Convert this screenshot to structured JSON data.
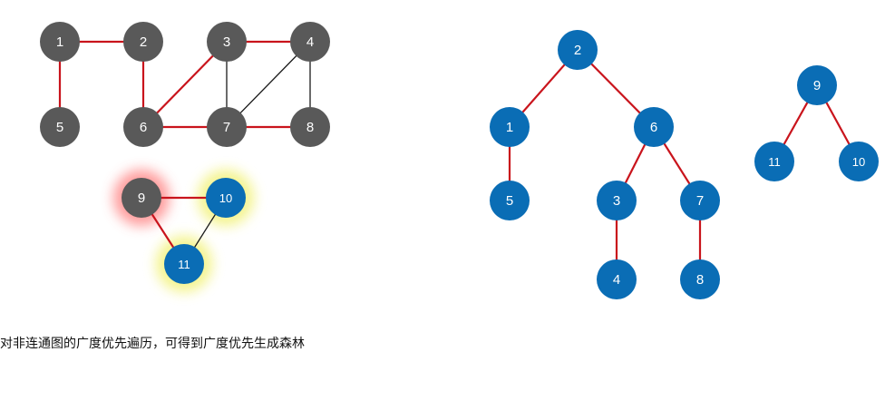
{
  "colors": {
    "gray_node": "#595959",
    "blue_node": "#0a6db5",
    "red_edge": "#c9141c",
    "black_edge": "#1a1a1a",
    "glow_red": "#ff8a8a",
    "glow_yellow": "#f2f27a"
  },
  "caption": "对非连通图的广度优先遍历，可得到广度优先生成森林",
  "graph": {
    "nodes": [
      {
        "id": "1",
        "label": "1"
      },
      {
        "id": "2",
        "label": "2"
      },
      {
        "id": "3",
        "label": "3"
      },
      {
        "id": "4",
        "label": "4"
      },
      {
        "id": "5",
        "label": "5"
      },
      {
        "id": "6",
        "label": "6"
      },
      {
        "id": "7",
        "label": "7"
      },
      {
        "id": "8",
        "label": "8"
      },
      {
        "id": "9",
        "label": "9",
        "glow": "red"
      },
      {
        "id": "10",
        "label": "10",
        "visited": true,
        "glow": "yellow"
      },
      {
        "id": "11",
        "label": "11",
        "visited": true,
        "glow": "yellow"
      }
    ],
    "edges": [
      {
        "from": "1",
        "to": "2",
        "tree": true
      },
      {
        "from": "1",
        "to": "5",
        "tree": true
      },
      {
        "from": "2",
        "to": "6",
        "tree": true
      },
      {
        "from": "3",
        "to": "4",
        "tree": true
      },
      {
        "from": "3",
        "to": "6",
        "tree": true
      },
      {
        "from": "3",
        "to": "7",
        "tree": false
      },
      {
        "from": "4",
        "to": "7",
        "tree": false
      },
      {
        "from": "4",
        "to": "8",
        "tree": false
      },
      {
        "from": "6",
        "to": "7",
        "tree": true
      },
      {
        "from": "7",
        "to": "8",
        "tree": true
      },
      {
        "from": "9",
        "to": "10",
        "tree": true
      },
      {
        "from": "9",
        "to": "11",
        "tree": true
      },
      {
        "from": "10",
        "to": "11",
        "tree": false
      }
    ]
  },
  "forest": {
    "trees": [
      {
        "nodes": [
          {
            "id": "2",
            "label": "2"
          },
          {
            "id": "1",
            "label": "1"
          },
          {
            "id": "6",
            "label": "6"
          },
          {
            "id": "5",
            "label": "5"
          },
          {
            "id": "3",
            "label": "3"
          },
          {
            "id": "7",
            "label": "7"
          },
          {
            "id": "4",
            "label": "4"
          },
          {
            "id": "8",
            "label": "8"
          }
        ],
        "edges": [
          [
            "2",
            "1"
          ],
          [
            "2",
            "6"
          ],
          [
            "1",
            "5"
          ],
          [
            "6",
            "3"
          ],
          [
            "6",
            "7"
          ],
          [
            "3",
            "4"
          ],
          [
            "7",
            "8"
          ]
        ]
      },
      {
        "nodes": [
          {
            "id": "9",
            "label": "9"
          },
          {
            "id": "11",
            "label": "11"
          },
          {
            "id": "10",
            "label": "10"
          }
        ],
        "edges": [
          [
            "9",
            "11"
          ],
          [
            "9",
            "10"
          ]
        ]
      }
    ]
  }
}
